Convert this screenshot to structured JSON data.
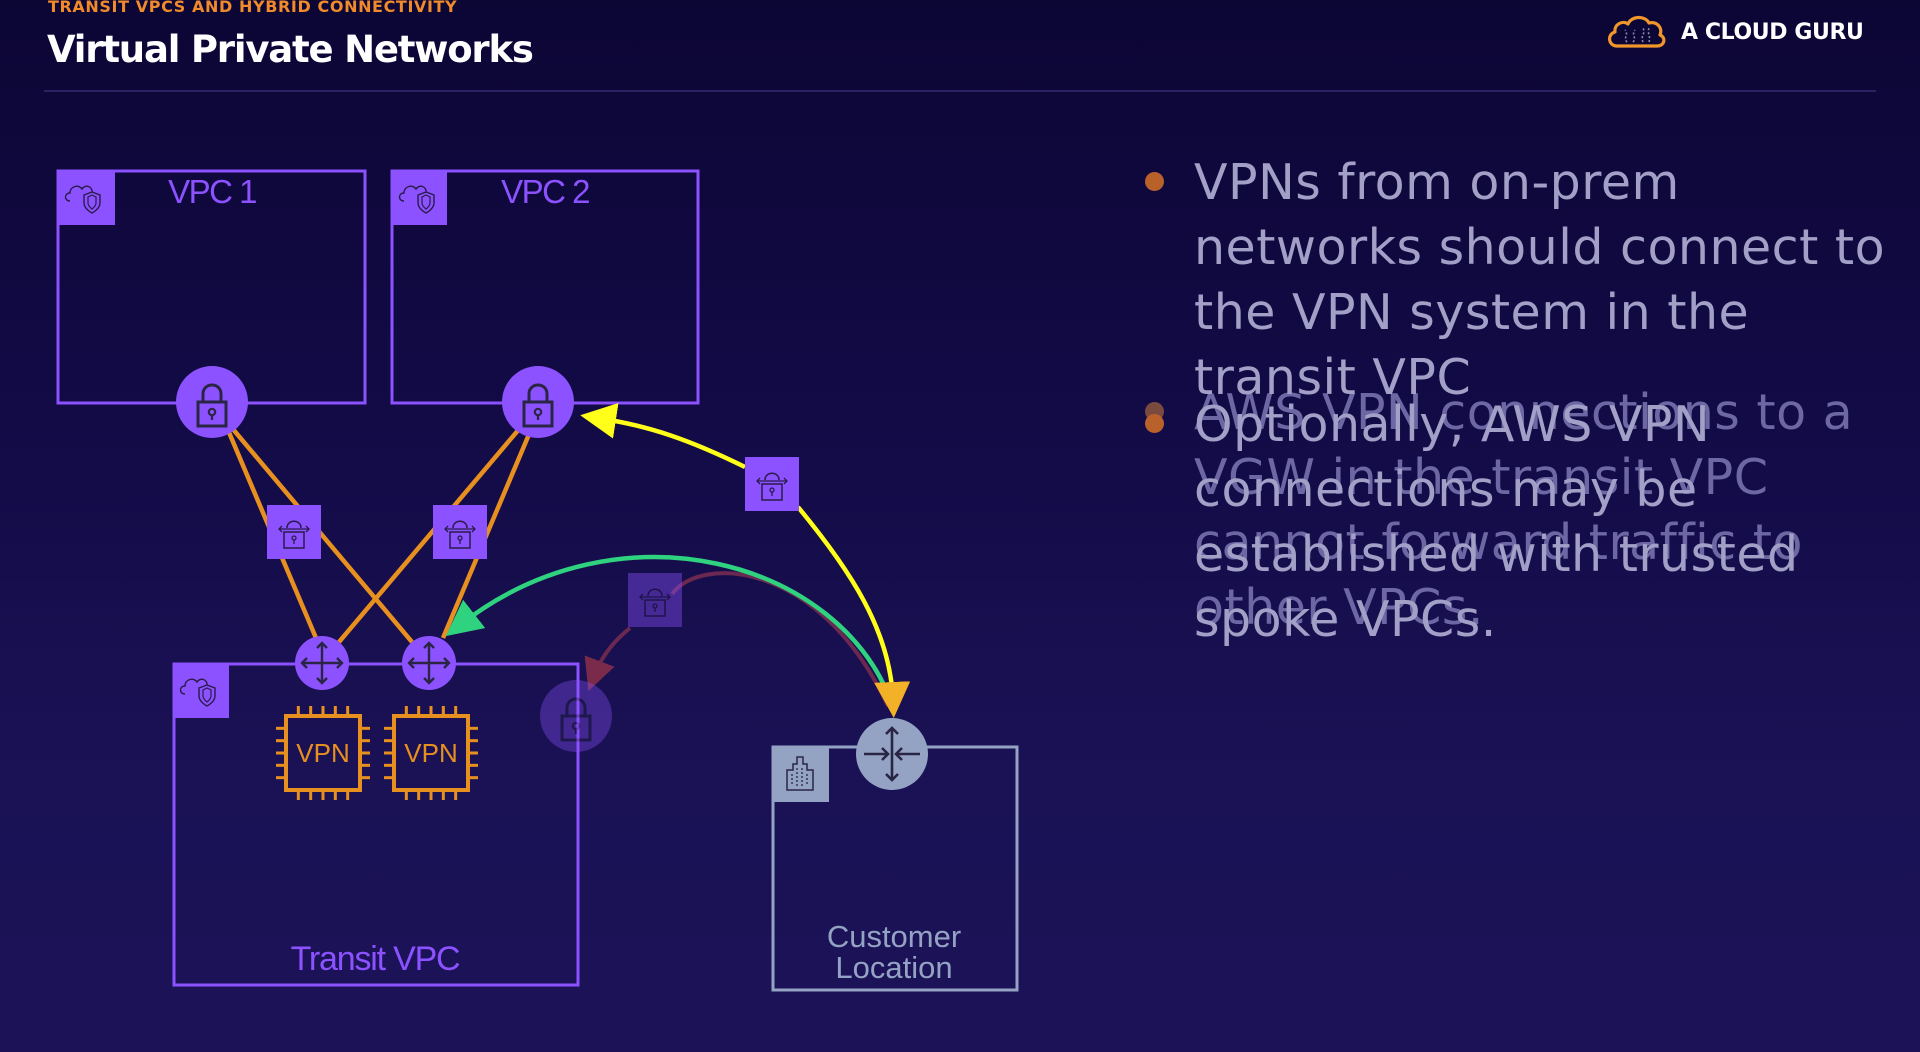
{
  "header": {
    "eyebrow": "TRANSIT VPCS AND HYBRID CONNECTIVITY",
    "title": "Virtual Private Networks",
    "brand": "A CLOUD GURU",
    "brand_icon": "cloud-guru-logo-icon"
  },
  "colors": {
    "accent_orange": "#f08a2a",
    "vpc_purple": "#8c52ff",
    "connection_orange": "#e8901f",
    "arrow_yellow": "#ffff1a",
    "arrow_green": "#2fd27f",
    "arrow_red_faded": "#7a2a4a",
    "customer_gray": "#94a3c4"
  },
  "diagram": {
    "vpc1": {
      "label": "VPC 1",
      "icon": "vpc-cloud-shield-icon",
      "gateway_icon": "vpn-gateway-lock-icon"
    },
    "vpc2": {
      "label": "VPC 2",
      "icon": "vpc-cloud-shield-icon",
      "gateway_icon": "vpn-gateway-lock-icon"
    },
    "transit": {
      "label": "Transit VPC",
      "icon": "vpc-cloud-shield-icon",
      "routers": [
        "router-icon",
        "router-icon"
      ],
      "vpn_instances": [
        {
          "label": "VPN"
        },
        {
          "label": "VPN"
        }
      ],
      "faded_gateway_icon": "vpn-gateway-lock-icon"
    },
    "customer": {
      "label_line1": "Customer",
      "label_line2": "Location",
      "icon": "building-icon",
      "gateway_icon": "customer-gateway-icon"
    },
    "connection_icon": "vpn-connection-icon"
  },
  "bullets_current": [
    {
      "text": "VPNs from on-prem networks should connect to the VPN system in the transit VPC"
    },
    {
      "text": "Optionally, AWS VPN connections may be established with trusted spoke VPCs."
    }
  ],
  "bullets_fading": [
    {
      "text": "AWS VPN connections to a VGW in the transit VPC cannot forward traffic to other VPCs."
    }
  ]
}
